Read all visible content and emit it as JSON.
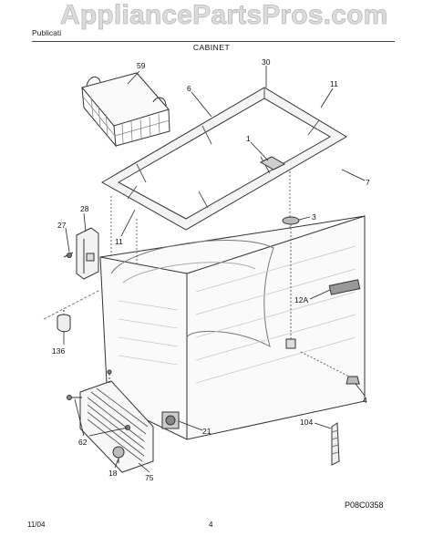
{
  "header": {
    "publication_prefix": "Publicati",
    "watermark": "AppliancePartsPros.com",
    "section_title": "CABINET"
  },
  "diagram_code": "P08C0358",
  "footer": {
    "date": "11/04",
    "page_number": "4"
  },
  "callouts": [
    {
      "id": "59",
      "part": "basket"
    },
    {
      "id": "30",
      "part": "lid-frame-top"
    },
    {
      "id": "6",
      "part": "lid-gasket-left"
    },
    {
      "id": "11",
      "part": "lid-gasket-right"
    },
    {
      "id": "1",
      "part": "lid-handle"
    },
    {
      "id": "7",
      "part": "lid-front"
    },
    {
      "id": "11",
      "part": "lid-gasket-front"
    },
    {
      "id": "28",
      "part": "hinge-cover"
    },
    {
      "id": "27",
      "part": "hinge-screw"
    },
    {
      "id": "3",
      "part": "drain-plug"
    },
    {
      "id": "12A",
      "part": "serial-plate"
    },
    {
      "id": "136",
      "part": "foot-leveler"
    },
    {
      "id": "4",
      "part": "leveling-leg"
    },
    {
      "id": "104",
      "part": "power-cord"
    },
    {
      "id": "62",
      "part": "grille-screws"
    },
    {
      "id": "21",
      "part": "relay-overload"
    },
    {
      "id": "18",
      "part": "thermostat-knob"
    },
    {
      "id": "75",
      "part": "grille"
    }
  ]
}
